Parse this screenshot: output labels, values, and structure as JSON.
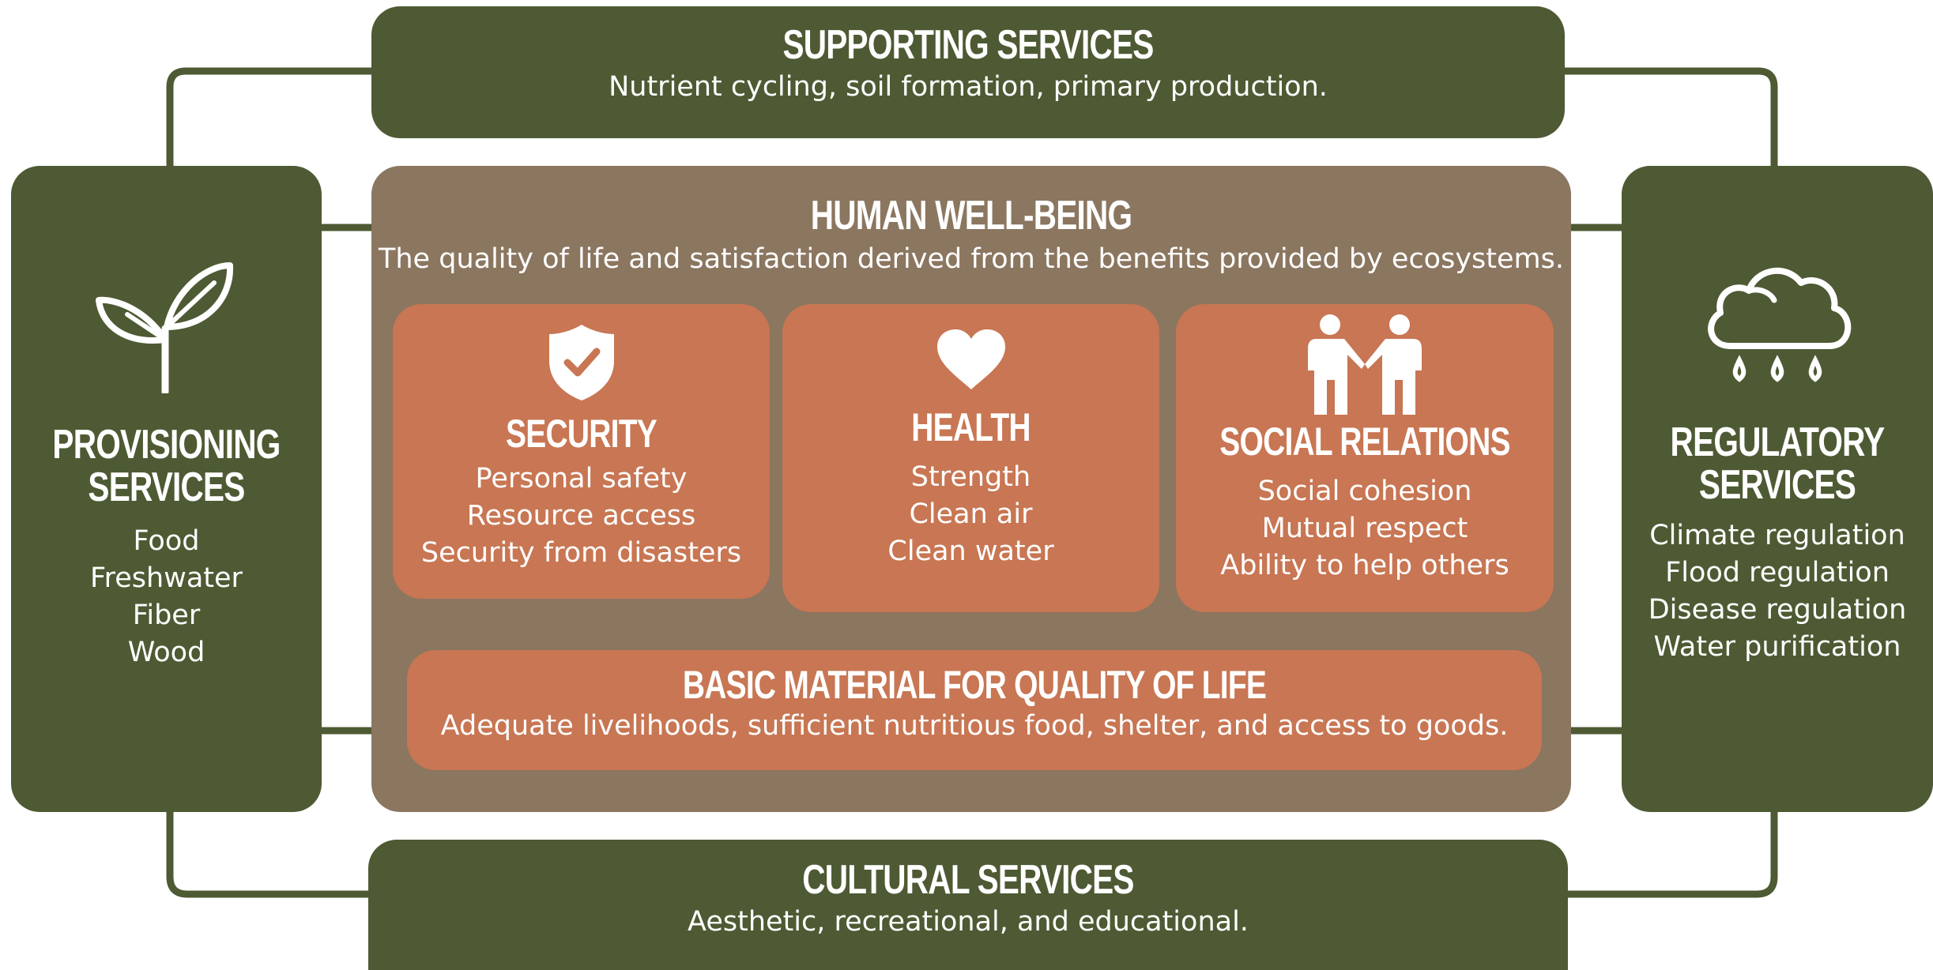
{
  "supporting": {
    "title": "SUPPORTING SERVICES",
    "description": "Nutrient cycling, soil formation, primary production."
  },
  "provisioning": {
    "title_line1": "PROVISIONING",
    "title_line2": "SERVICES",
    "icon": "sprout-icon",
    "items": [
      "Food",
      "Freshwater",
      "Fiber",
      "Wood"
    ]
  },
  "regulatory": {
    "title_line1": "REGULATORY",
    "title_line2": "SERVICES",
    "icon": "rain-cloud-icon",
    "items": [
      "Climate regulation",
      "Flood regulation",
      "Disease regulation",
      "Water purification"
    ]
  },
  "cultural": {
    "title": "CULTURAL SERVICES",
    "description": "Aesthetic, recreational, and educational."
  },
  "wellbeing": {
    "title": "HUMAN WELL-BEING",
    "description": "The quality of life and satisfaction derived from the benefits provided by ecosystems."
  },
  "security": {
    "title": "SECURITY",
    "icon": "shield-check-icon",
    "items": [
      "Personal safety",
      "Resource access",
      "Security from disasters"
    ]
  },
  "health": {
    "title": "HEALTH",
    "icon": "heart-icon",
    "items": [
      "Strength",
      "Clean air",
      "Clean water"
    ]
  },
  "social": {
    "title": "SOCIAL RELATIONS",
    "icon": "people-handshake-icon",
    "items": [
      "Social cohesion",
      "Mutual respect",
      "Ability to help others"
    ]
  },
  "basic": {
    "title": "BASIC MATERIAL FOR QUALITY OF LIFE",
    "description": "Adequate livelihoods, sufficient nutritious food, shelter, and access to goods."
  },
  "colors": {
    "green": "#4d5a33",
    "brown": "#8b7660",
    "orange": "#c87653",
    "white": "#ffffff"
  }
}
